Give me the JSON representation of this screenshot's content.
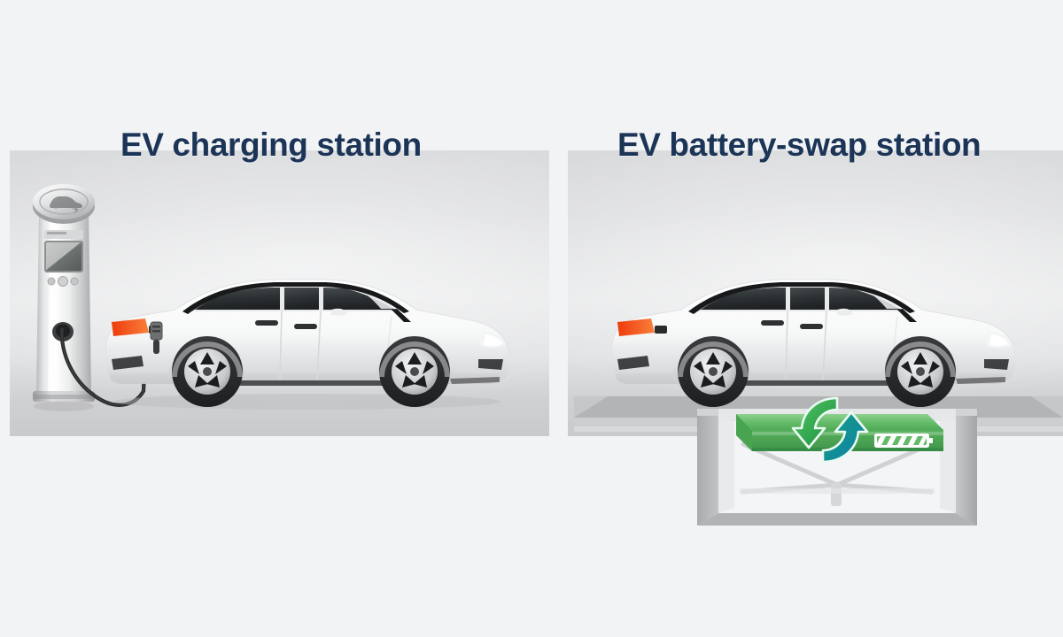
{
  "background_color": "#f2f3f4",
  "panels": [
    {
      "id": "charging",
      "title": "EV charging station",
      "title_color": "#1c3557",
      "elements": {
        "charger_icon": "ev-charging-pillar",
        "charger_head_icon": "car-bolt-icon",
        "charger_screen_label": "",
        "car": "white-electric-sedan",
        "cable": "charging-cable",
        "plug": "charging-plug"
      }
    },
    {
      "id": "swap",
      "title": "EV battery-swap station",
      "title_color": "#1c3557",
      "elements": {
        "car": "white-electric-sedan",
        "platform": "swap-ground-platform",
        "pit": "swap-pit-box",
        "battery_pack": "green-battery-pack",
        "swap_icon": "recycle-swap-arrows-icon",
        "battery_level_icon": "battery-charge-icon",
        "lift": "scissor-lift"
      }
    }
  ],
  "colors": {
    "panel_light": "#e9eaeb",
    "panel_dark": "#c9cacc",
    "car_body": "#ffffff",
    "car_glass": "#323739",
    "taillight": "#f4520e",
    "tyre": "#2a2b2d",
    "battery_green": "#56b45f",
    "battery_green_dark": "#3f9a4c",
    "swap_arrow_green": "#2faa4e",
    "swap_arrow_blue": "#0d8fa8",
    "pit_grey": "#b9babc",
    "title_navy": "#1c3557"
  }
}
